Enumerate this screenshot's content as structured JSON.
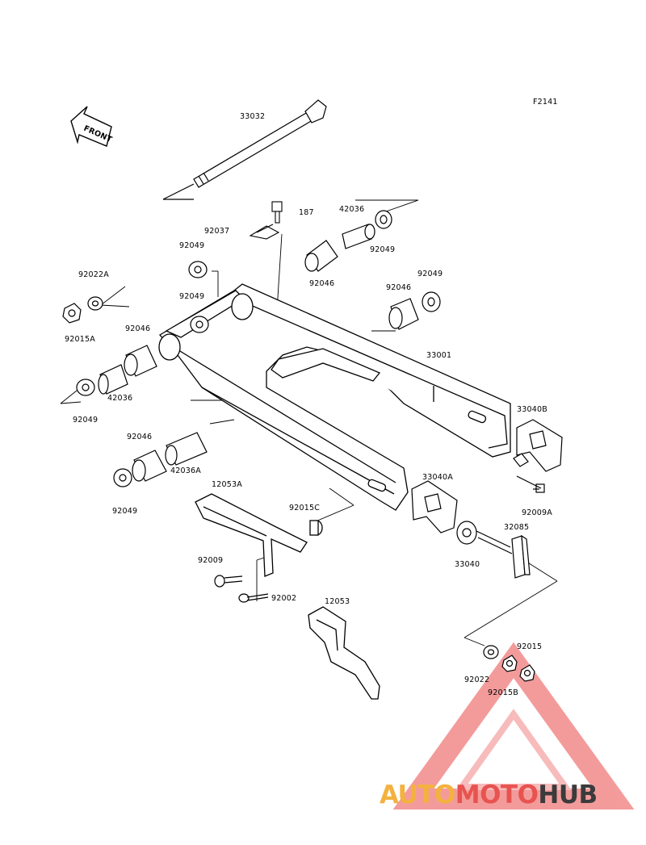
{
  "diagram_code": "F2141",
  "front_label": "FRONT",
  "parts": [
    "33032",
    "187",
    "42036",
    "92037",
    "92049",
    "92049",
    "92046",
    "92022A",
    "92049",
    "92049",
    "92046",
    "92015A",
    "92046",
    "33001",
    "42036",
    "33040B",
    "92049",
    "92046",
    "42036A",
    "33040A",
    "12053A",
    "92009A",
    "92049",
    "92015C",
    "32085",
    "33040",
    "92009",
    "92002",
    "12053",
    "92015",
    "92022",
    "92015B"
  ],
  "watermark": {
    "part1": "AUTO",
    "part2": "MOTO",
    "part3": "HUB",
    "color1": "#f3b23f",
    "color2": "#e8534f",
    "color3": "#3b3b3b"
  }
}
